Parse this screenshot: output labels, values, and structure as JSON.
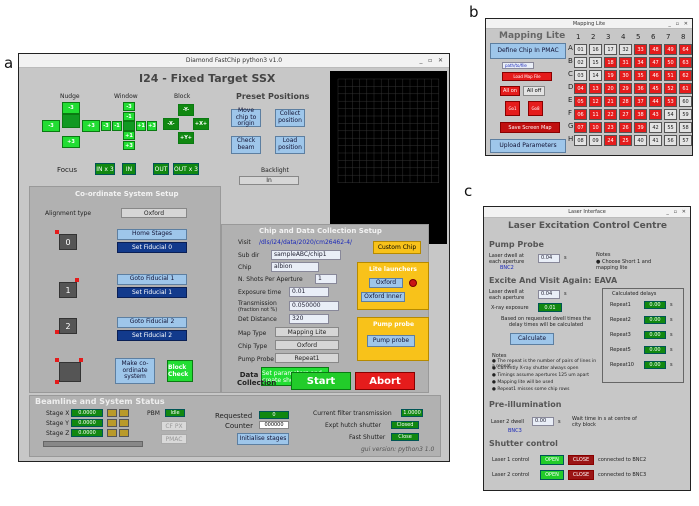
{
  "labels": {
    "a": "a",
    "b": "b",
    "c": "c"
  },
  "a": {
    "window_title": "Diamond FastChip python3 v1.0",
    "main_title": "I24 - Fixed Target SSX",
    "nudge_label": "Nudge",
    "window_label": "Window",
    "block_label": "Block",
    "nudge": {
      "up": "-3",
      "down": "+3",
      "left": "-3",
      "right": "+3"
    },
    "window": {
      "up": "-3",
      "up2": "-1",
      "down": "+1",
      "down2": "+3",
      "left": "-3",
      "left2": "-1",
      "right": "+1",
      "right2": "+3"
    },
    "block": {
      "up": "-Y-",
      "down": "+Y+",
      "left": "-X-",
      "right": "+X+"
    },
    "focus_label": "Focus",
    "focus_btns": [
      "IN x 3",
      "IN",
      "OUT",
      "OUT x 3"
    ],
    "preset_title": "Preset Positions",
    "preset_btns": [
      "Move chip to origin",
      "Collect position",
      "Check beam",
      "Load position"
    ],
    "backlight_label": "Backlight",
    "backlight_value": "In",
    "coord_title": "Co-ordinate System Setup",
    "alignment_label": "Alignment type",
    "alignment_value": "Oxford",
    "home_stages": "Home Stages",
    "set_fid0": "Set Fiducial 0",
    "goto_fid1": "Goto Fiducial 1",
    "set_fid1": "Set Fiducial 1",
    "goto_fid2": "Goto Fiducial 2",
    "set_fid2": "Set Fiducial 2",
    "fid_nums": [
      "0",
      "1",
      "2"
    ],
    "make_coord": "Make co-ordinate system",
    "block_check": "Block Check",
    "chip_title": "Chip and Data Collection Setup",
    "visit_label": "Visit",
    "visit_value": "/dls/i24/data/2020/cm26462-4/",
    "subdir_label": "Sub dir",
    "subdir_value": "sampleABC/chip1",
    "chip_label": "Chip",
    "chip_value": "albion",
    "nshots_label": "N. Shots Per Aperture",
    "nshots_value": "1",
    "exposure_label": "Exposure time",
    "exposure_value": "0.01",
    "transmission_label": "Transmission",
    "transmission_sub": "(fraction not %)",
    "transmission_value": "0.050000",
    "detdist_label": "Det Distance",
    "detdist_value": "320",
    "maptype_label": "Map Type",
    "maptype_value": "Mapping Lite",
    "chiptype_label": "Chip Type",
    "chiptype_value": "Oxford",
    "pumpprobe_label": "Pump Probe",
    "pumpprobe_value": "Repeat1",
    "custom_chip": "Custom Chip",
    "lite_launchers": "Lite launchers",
    "oxford_btn": "Oxford",
    "oxford_inner_btn": "Oxford Inner",
    "set_params": "Set parameters and create shotlist",
    "pump_probe_title": "Pump probe",
    "pump_probe_btn": "Pump probe",
    "data_collection": "Data Collection",
    "start": "Start",
    "abort": "Abort",
    "beamline_title": "Beamline and System Status",
    "stage_x_label": "Stage X",
    "stage_y_label": "Stage Y",
    "stage_z_label": "Stage Z",
    "stage_x": "0.0000",
    "stage_y": "0.0000",
    "stage_z": "0.0000",
    "pbm_label": "PBM",
    "pbm_value": "Idle",
    "cf_px": "CF PX",
    "pmac": "PMAC",
    "requested_label": "Requested",
    "requested_value": "0",
    "counter_label": "Counter",
    "counter_value": "000000",
    "init_stages": "Initialise stages",
    "cur_trans_label": "Current filter transmission",
    "cur_trans_value": "1.0000",
    "expt_shutter_label": "Expt hutch shutter",
    "expt_shutter_value": "Closed",
    "fast_shutter_label": "Fast Shutter",
    "fast_shutter_value": "Close",
    "gui_version": "gui version: python3 1.0"
  },
  "b": {
    "window_title": "Mapping Lite",
    "title": "Mapping Lite",
    "col_headers": [
      "1",
      "2",
      "3",
      "4",
      "5",
      "6",
      "7",
      "8"
    ],
    "row_headers": [
      "A",
      "B",
      "C",
      "D",
      "E",
      "F",
      "G",
      "H"
    ],
    "define_chip": "Define Chip In PMAC",
    "path_value": "path/to/file",
    "load_map": "Load Map File",
    "all_on": "All on",
    "all_off": "All off",
    "btn_a": "Go1",
    "btn_b": "Go8",
    "save_map": "Save Screen Map",
    "upload": "Upload Parameters",
    "cells": [
      [
        "01",
        "16",
        "17",
        "32",
        "33",
        "48",
        "49",
        "64"
      ],
      [
        "02",
        "15",
        "18",
        "31",
        "34",
        "47",
        "50",
        "63"
      ],
      [
        "03",
        "14",
        "19",
        "30",
        "35",
        "46",
        "51",
        "62"
      ],
      [
        "04",
        "13",
        "20",
        "29",
        "36",
        "45",
        "52",
        "61"
      ],
      [
        "05",
        "12",
        "21",
        "28",
        "37",
        "44",
        "53",
        "60"
      ],
      [
        "06",
        "11",
        "22",
        "27",
        "38",
        "43",
        "54",
        "59"
      ],
      [
        "07",
        "10",
        "23",
        "26",
        "39",
        "42",
        "55",
        "58"
      ],
      [
        "08",
        "09",
        "24",
        "25",
        "40",
        "41",
        "56",
        "57"
      ]
    ],
    "red_cells": [
      [
        0,
        0,
        0,
        0,
        1,
        1,
        1,
        1
      ],
      [
        0,
        0,
        1,
        1,
        1,
        1,
        1,
        1
      ],
      [
        0,
        0,
        1,
        1,
        1,
        1,
        1,
        1
      ],
      [
        1,
        1,
        1,
        1,
        1,
        1,
        1,
        1
      ],
      [
        1,
        1,
        1,
        1,
        1,
        1,
        1,
        0
      ],
      [
        1,
        1,
        1,
        1,
        1,
        1,
        0,
        0
      ],
      [
        1,
        1,
        1,
        1,
        1,
        0,
        0,
        0
      ],
      [
        0,
        0,
        1,
        1,
        0,
        0,
        0,
        0
      ]
    ]
  },
  "c": {
    "window_title": "Laser Interface",
    "main_title": "Laser Excitation Control Centre",
    "pump_probe_title": "Pump Probe",
    "dwell_label": "Laser dwell at each aperture",
    "dwell_value": "0.04",
    "dwell_unit": "s",
    "bnc2": "BNC2",
    "notes_title": "Notes",
    "notes_1": "Choose Short 1 and mapping lite",
    "excite_title": "Excite And Visit Again: EAVA",
    "dwell2_label": "Laser dwell at each aperture",
    "dwell2_value": "0.04",
    "dwell2_unit": "s",
    "xray_label": "X-ray exposure",
    "xray_value": "0.01",
    "calc_delays_title": "Calculated delays",
    "repeats": [
      {
        "label": "Repeat1",
        "value": "0.00",
        "unit": "s"
      },
      {
        "label": "Repeat2",
        "value": "0.00",
        "unit": "s"
      },
      {
        "label": "Repeat3",
        "value": "0.00",
        "unit": "s"
      },
      {
        "label": "Repeat5",
        "value": "0.00",
        "unit": "s"
      },
      {
        "label": "Repeat10",
        "value": "0.00",
        "unit": "s"
      }
    ],
    "based_text": "Based on requested dwell times the delay times will be calculated",
    "calculate": "Calculate",
    "notes2_title": "Notes",
    "notes2": [
      "The repeat is the number of pairs of lines in a repeat",
      "Currently X-ray shutter always open",
      "Timings assume apertures 125 um apart",
      "Mapping lite will be used",
      "Repeat1 misses some chip rows"
    ],
    "preillum_title": "Pre-illumination",
    "dwell3_label": "Laser 2 dwell",
    "dwell3_value": "0.00",
    "dwell3_unit": "s",
    "bnc3": "BNC3",
    "preillum_note": "Wait time in s at centre of city block",
    "shutter_title": "Shutter control",
    "laser1_label": "Laser 1 control",
    "laser2_label": "Laser 2 control",
    "open": "OPEN",
    "close": "CLOSE",
    "bnc2_conn": "connected to BNC2",
    "bnc3_conn": "connected to BNC3"
  }
}
